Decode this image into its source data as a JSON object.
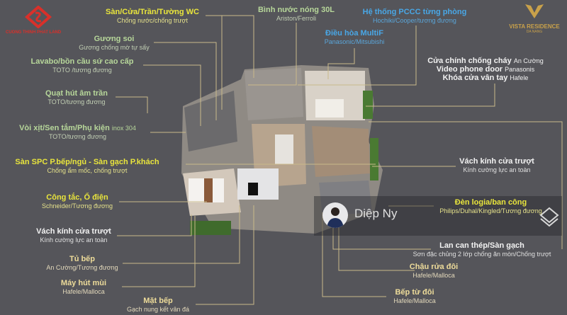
{
  "logos": {
    "left_brand": "CUONG THINH PHAT LAND",
    "right_brand": "VISTA RESIDENCE",
    "right_sub": "DA NANG"
  },
  "labels": [
    {
      "id": "wc",
      "title": "Sàn/Cửa/Trần/Tường WC",
      "sub": "Chống nước/chống trượt"
    },
    {
      "id": "mirror",
      "title": "Gương soi",
      "sub": "Gương chống mờ tự sấy"
    },
    {
      "id": "lavabo",
      "title": "Lavabo/bồn cầu sứ cao cấp",
      "sub": "TOTO /tương đương"
    },
    {
      "id": "fan",
      "title": "Quạt hút âm trần",
      "sub": "TOTO/tương đương"
    },
    {
      "id": "faucet",
      "title": "Vòi xịt/Sen tắm/Phụ kiện",
      "title_extra": "inox 304",
      "sub": "TOTO/tương đương"
    },
    {
      "id": "heater",
      "title": "Bình nước nóng 30L",
      "sub": "Ariston/Ferroli"
    },
    {
      "id": "fire",
      "title": "Hệ thống PCCC từng phòng",
      "sub": "Hochiki/Cooper/tương đương"
    },
    {
      "id": "ac",
      "title": "Điều hòa MultiF",
      "sub": "Panasonic/Mitsubishi"
    },
    {
      "id": "floor",
      "title": "Sàn SPC P.bếp/ngủ - Sàn gạch P.khách",
      "sub": "Chống ẩm mốc, chống trượt"
    },
    {
      "id": "switch",
      "title": "Công tắc, Ổ điện",
      "sub": "Schneider/Tương đương"
    },
    {
      "id": "glass_left",
      "title": "Vách kính cửa trượt",
      "sub": "Kính cường lực an toàn"
    },
    {
      "id": "cabinet",
      "title": "Tủ bếp",
      "sub": "An Cường/Tương đương"
    },
    {
      "id": "hood",
      "title": "Máy hút mùi",
      "sub": "Hafele/Malloca"
    },
    {
      "id": "counter",
      "title": "Mặt bếp",
      "sub": "Gạch nung kết vân đá"
    },
    {
      "id": "glass_right",
      "title": "Vách kính cửa trượt",
      "sub": "Kính cường lực an toàn"
    },
    {
      "id": "light",
      "title": "Đèn logia/ban công",
      "sub": "Philips/Duhal/Kingled/Tương đương"
    },
    {
      "id": "railing",
      "title": "Lan can thép/Sàn gạch",
      "sub": "Sơn đặc chủng 2 lớp chống ăn mòn/Chống trượt"
    },
    {
      "id": "sink",
      "title": "Chậu rửa đôi",
      "sub": "Hafele/Malloca"
    },
    {
      "id": "hob",
      "title": "Bếp từ đôi",
      "sub": "Hafele/Malloca"
    }
  ],
  "door": {
    "line1_title": "Cửa chính  chống cháy",
    "line1_brand": "An Cường",
    "line2_title": "Video phone door",
    "line2_brand": "Panasonis",
    "line3_title": "Khóa cửa vân tay",
    "line3_brand": "Hafele"
  },
  "watermark": {
    "name": "Diệp Ny"
  }
}
